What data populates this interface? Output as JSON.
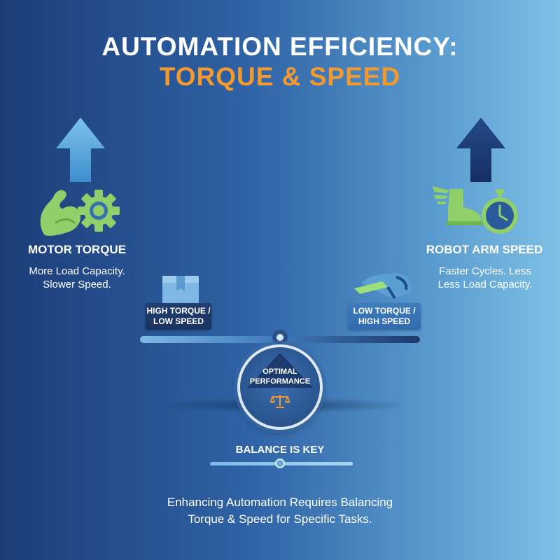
{
  "title": {
    "line1": "AUTOMATION EFFICIENCY:",
    "line2": "TORQUE & SPEED"
  },
  "left": {
    "heading": "MOTOR TORQUE",
    "desc_line1": "More Load Capacity.",
    "desc_line2": "Slower Speed.",
    "icons": [
      "arrow-up-icon",
      "flexed-arm-icon",
      "gear-icon",
      "box-icon"
    ],
    "label_line1": "HIGH TORQUE /",
    "label_line2": "LOW SPEED"
  },
  "right": {
    "heading": "ROBOT ARM SPEED",
    "desc_line1": "Faster Cycles. Less",
    "desc_line2": "Less Load Capacity.",
    "icons": [
      "arrow-up-icon",
      "winged-boot-icon",
      "stopwatch-icon",
      "robot-gripper-icon"
    ],
    "label_line1": "LOW TORQUE /",
    "label_line2": "HIGH SPEED"
  },
  "center": {
    "line1": "OPTIMAL",
    "line2": "PERFORMANCE",
    "icon": "balance-scale-icon"
  },
  "balance_label": "BALANCE IS KEY",
  "footer": {
    "line1": "Enhancing Automation Requires Balancing",
    "line2": "Torque & Speed for Specific Tasks."
  },
  "colors": {
    "accent_orange": "#f39a2e",
    "icon_green": "#8fd06a",
    "arrow_light": "#5fb3e6",
    "arrow_dark": "#1d3f78"
  }
}
